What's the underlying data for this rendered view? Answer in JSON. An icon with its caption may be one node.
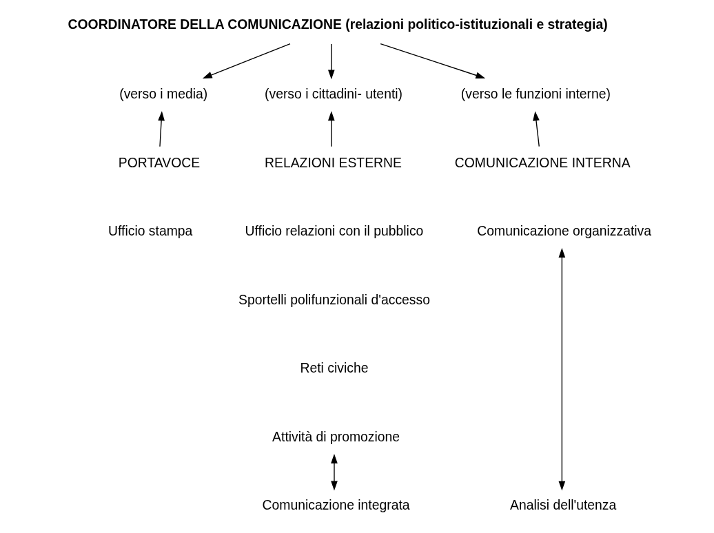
{
  "diagram": {
    "nodes": [
      {
        "text": [
          "COORDINATORE DELLA COMUNICAZIONE (relazioni politico-istituzionali e strategia)"
        ]
      },
      {
        "text": [
          "(verso i media)"
        ]
      },
      {
        "text": [
          "(verso i cittadini- utenti)"
        ]
      },
      {
        "text": [
          "(verso le funzioni interne)"
        ]
      },
      {
        "text": [
          "PORTAVOCE"
        ]
      },
      {
        "text": [
          "RELAZIONI ESTERNE"
        ]
      },
      {
        "text": [
          "COMUNICAZIONE INTERNA"
        ]
      },
      {
        "text": [
          "Comunicazione organizzativa"
        ]
      },
      {
        "text": [
          "Attività di promozione"
        ]
      },
      {
        "text": [
          "Comunicazione integrata"
        ]
      },
      {
        "text": [
          "Analisi dell'utenza"
        ]
      }
    ],
    "edges": [
      {
        "from": 0,
        "to": 1,
        "arrow": "to"
      },
      {
        "from": 0,
        "to": 2,
        "arrow": "to"
      },
      {
        "from": 0,
        "to": 3,
        "arrow": "to"
      },
      {
        "from": 4,
        "to": 1,
        "arrow": "to"
      },
      {
        "from": 5,
        "to": 2,
        "arrow": "to"
      },
      {
        "from": 6,
        "to": 3,
        "arrow": "to"
      },
      {
        "from": 8,
        "to": 9,
        "arrow": "both"
      },
      {
        "from": 7,
        "to": 10,
        "arrow": "both"
      }
    ],
    "labels": [
      "Ufficio stampa",
      "Ufficio relazioni con il pubblico",
      "Sportelli polifunzionali d'accesso",
      "Reti civiche"
    ]
  }
}
